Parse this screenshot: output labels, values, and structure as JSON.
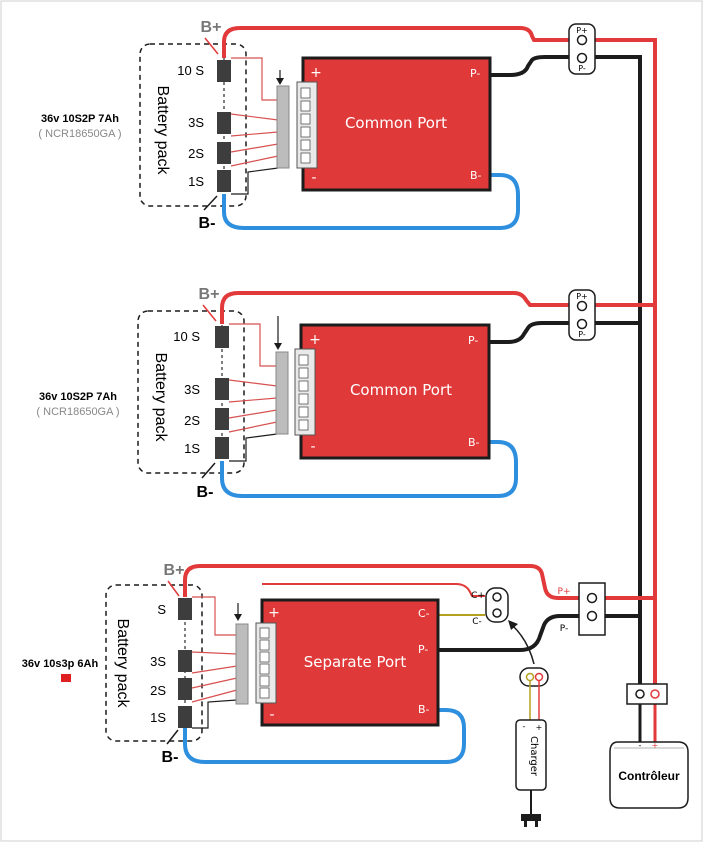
{
  "colors": {
    "board": "#e0393a",
    "wire_red": "#e23a3a",
    "wire_black": "#1c1c1c",
    "wire_blue": "#2f8fdf",
    "wire_balance": "#d85050",
    "wire_yellow": "#b5a020",
    "cell": "#3d3d3d",
    "connector": "#bcbcbc"
  },
  "packs": [
    {
      "spec": "36v 10S2P 7Ah",
      "cell_model": "( NCR18650GA )",
      "pack_label": "Battery pack",
      "b_plus": "B+",
      "b_minus": "B-",
      "cells": [
        "10 S",
        "3S",
        "2S",
        "1S"
      ],
      "bms": {
        "title": "Common Port",
        "plus": "+",
        "minus": "-",
        "p_minus": "P-",
        "b_minus": "B-"
      },
      "terminal": {
        "p_plus": "P+",
        "p_minus": "P-"
      }
    },
    {
      "spec": "36v 10S2P 7Ah",
      "cell_model": "( NCR18650GA )",
      "pack_label": "Battery pack",
      "b_plus": "B+",
      "b_minus": "B-",
      "cells": [
        "10 S",
        "3S",
        "2S",
        "1S"
      ],
      "bms": {
        "title": "Common Port",
        "plus": "+",
        "minus": "-",
        "p_minus": "P-",
        "b_minus": "B-"
      },
      "terminal": {
        "p_plus": "P+",
        "p_minus": "P-"
      }
    },
    {
      "spec": "36v 10s3p 6Ah",
      "pack_label": "Battery pack",
      "b_plus": "B+",
      "b_minus": "B-",
      "cells": [
        "S",
        "3S",
        "2S",
        "1S"
      ],
      "bms": {
        "title": "Separate Port",
        "plus": "+",
        "minus": "-",
        "c_minus": "C-",
        "p_minus": "P-",
        "b_minus": "B-"
      },
      "terminal": {
        "p_plus": "P+",
        "p_minus": "P-",
        "c_plus": "C+",
        "c_minus": "C-"
      }
    }
  ],
  "charger": {
    "label": "Charger",
    "plus": "+",
    "minus": "-"
  },
  "controller": {
    "label": "Contrôleur",
    "plus": "+",
    "minus": "-"
  }
}
